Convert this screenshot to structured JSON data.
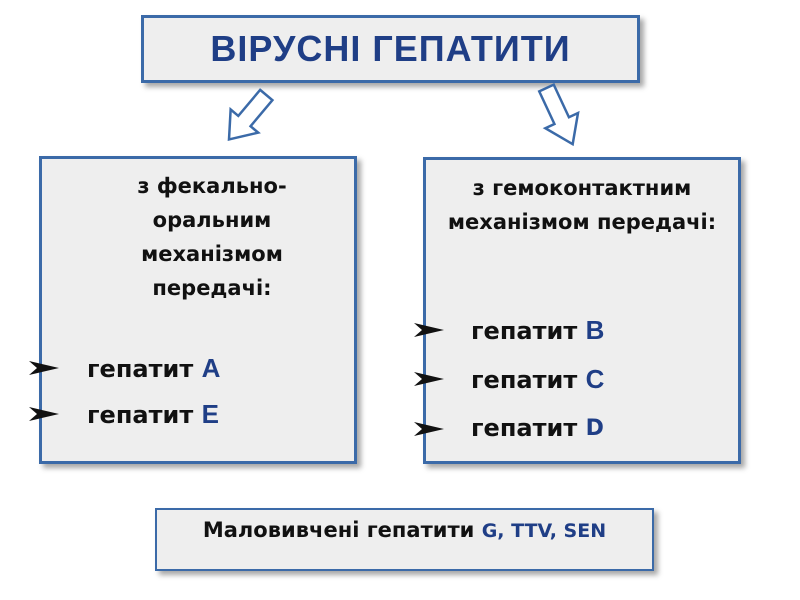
{
  "title": "ВІРУСНІ ГЕПАТИТИ",
  "left": {
    "heading": "з фекально-оральним механізмом передачі:",
    "items": [
      {
        "prefix": "гепатит",
        "virus": "A"
      },
      {
        "prefix": "гепатит",
        "virus": "E"
      }
    ]
  },
  "right": {
    "heading": "з гемоконтактним механізмом передачі:",
    "items": [
      {
        "prefix": "гепатит",
        "virus": "B"
      },
      {
        "prefix": "гепатит",
        "virus": "C"
      },
      {
        "prefix": "гепатит",
        "virus": "D"
      }
    ]
  },
  "bottom": {
    "prefix": "Маловивчені гепатити",
    "viruses": "G, TTV, SEN"
  },
  "colors": {
    "border": "#3b6aa8",
    "box_fill": "#eeeeee",
    "title_text": "#1f3e86",
    "arrow_fill": "#ffffff",
    "arrow_stroke": "#3b6aa8"
  },
  "icons": {
    "bullet": "arrowhead-bullet-icon",
    "connector": "block-arrow-down-icon"
  }
}
